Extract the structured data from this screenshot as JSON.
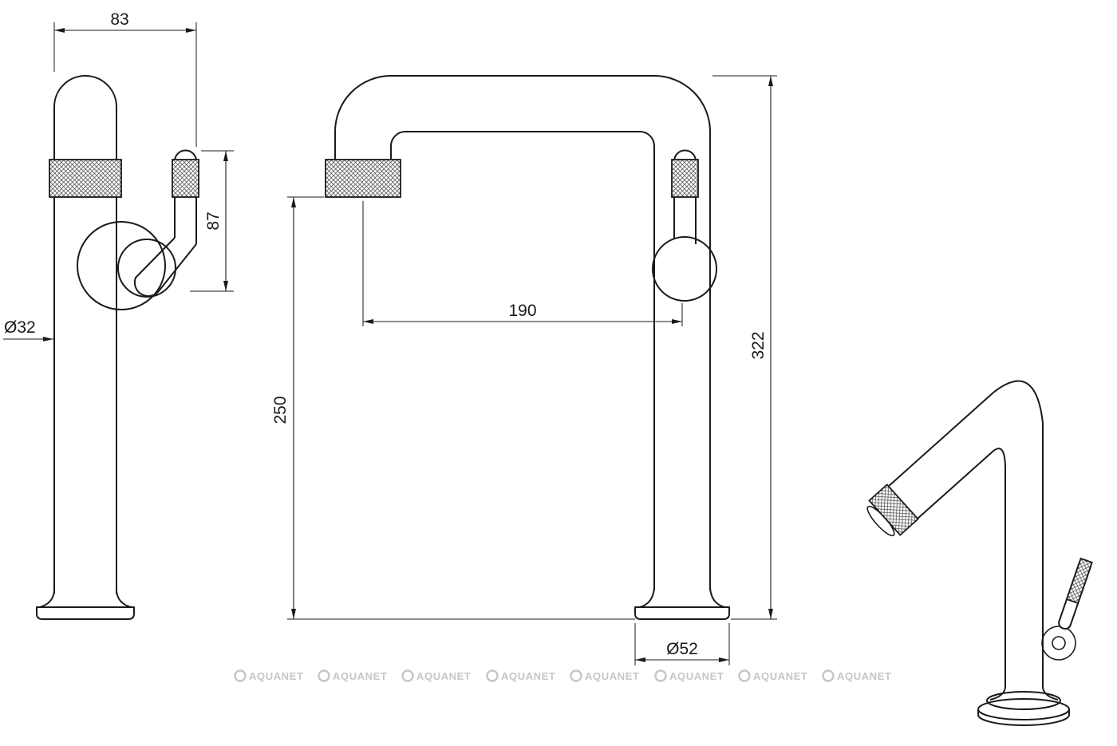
{
  "page": {
    "background": "#ffffff",
    "line_color": "#1a1a1a"
  },
  "drawing": {
    "dimensions": {
      "top_depth": "83",
      "handle_length": "87",
      "pipe_diameter": "Ø32",
      "spout_reach": "190",
      "spout_height": "250",
      "total_height": "322",
      "base_diameter": "Ø52"
    },
    "watermark": {
      "text": "AQUANET",
      "color": "#c6c6c6"
    }
  }
}
